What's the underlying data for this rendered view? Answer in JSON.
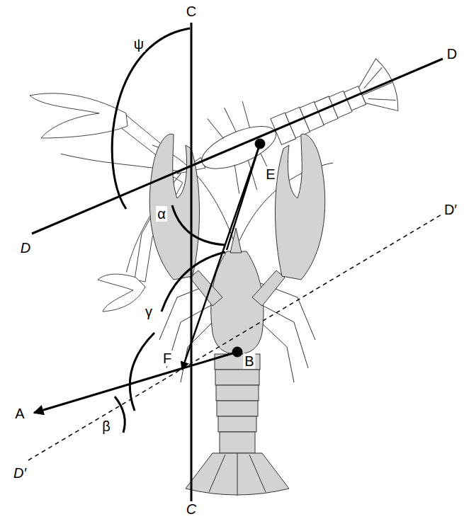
{
  "diagram": {
    "labels": [
      "C",
      "ψ",
      "D",
      "E",
      "α",
      "D",
      "γ",
      "D′",
      "F",
      "B",
      "A",
      "β",
      "D′",
      "C"
    ]
  }
}
